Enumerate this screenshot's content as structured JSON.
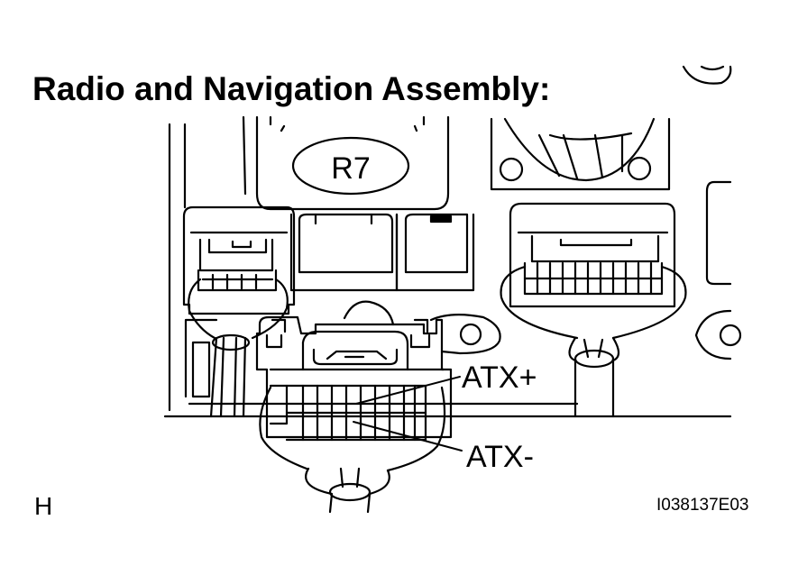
{
  "title": "Radio and Navigation Assembly:",
  "connector_id": "R7",
  "callouts": {
    "atx_plus": "ATX+",
    "atx_minus": "ATX-"
  },
  "corner_label": "H",
  "figure_id": "I038137E03",
  "colors": {
    "line": "#000000",
    "background": "#ffffff"
  }
}
